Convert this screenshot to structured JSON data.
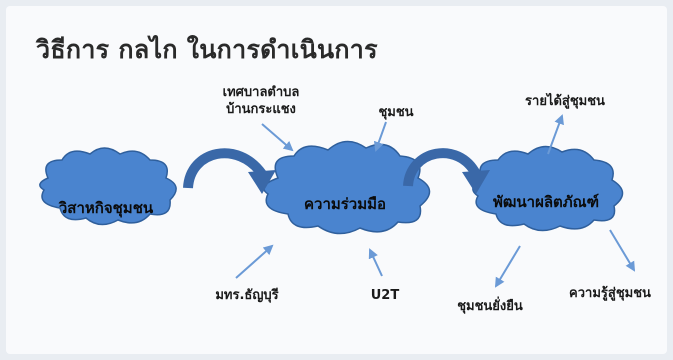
{
  "title": "วิธีการ กลไก ในการดำเนินการ",
  "colors": {
    "cloud_fill": "#4a84cf",
    "cloud_stroke": "#2f5f9c",
    "arrow_blue": "#6b9ad6",
    "curved_arrow": "#3a68a8"
  },
  "nodes": {
    "enterprise": "วิสาหกิจชุมชน",
    "cooperation": "ความร่วมมือ",
    "product_dev": "พัฒนาผลิตภัณฑ์"
  },
  "labels": {
    "municipality_line1": "เทศบาลตำบล",
    "municipality_line2": "บ้านกระแชง",
    "community": "ชุมชน",
    "university": "มทร.ธัญบุรี",
    "u2t": "U2T",
    "income": "รายได้สู่ชุมชน",
    "sustainable": "ชุมชนยั่งยืน",
    "knowledge": "ความรู้สู่ชุมชน"
  }
}
